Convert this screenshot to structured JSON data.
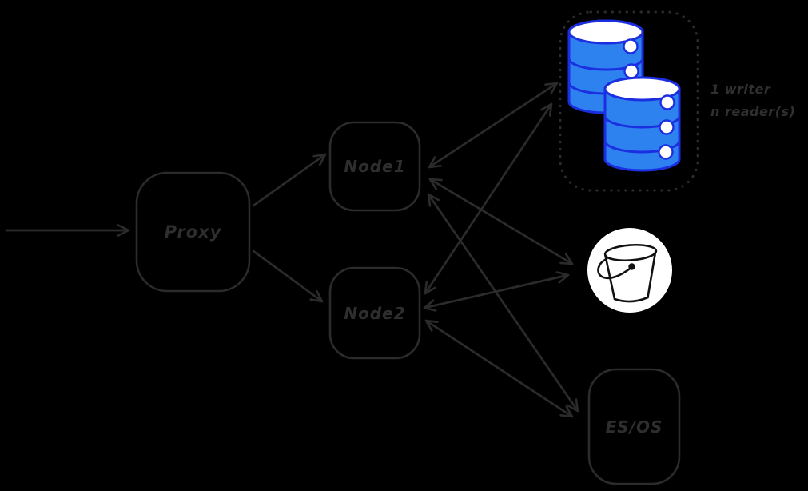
{
  "diagram": {
    "background": "#000000",
    "stroke_color": "#2b2b2b",
    "nodes": {
      "proxy": {
        "label": "Proxy"
      },
      "node1": {
        "label": "Node1"
      },
      "node2": {
        "label": "Node2"
      },
      "es_os": {
        "label": "ES/OS"
      }
    },
    "db_cluster": {
      "caption_line1": "1 writer",
      "caption_line2": "n reader(s)",
      "cylinder_fill": "#2d82f0",
      "cylinder_stroke": "#1c2fe0",
      "border_style": "dotted"
    },
    "bucket": {
      "circle_color": "#ffffff",
      "line_color": "#111111"
    },
    "edges": [
      {
        "from": "external",
        "to": "proxy",
        "direction": "uni"
      },
      {
        "from": "proxy",
        "to": "node1",
        "direction": "uni"
      },
      {
        "from": "proxy",
        "to": "node2",
        "direction": "uni"
      },
      {
        "from": "node1",
        "to": "db_cluster",
        "direction": "bi"
      },
      {
        "from": "node2",
        "to": "db_cluster",
        "direction": "bi"
      },
      {
        "from": "node1",
        "to": "bucket",
        "direction": "bi"
      },
      {
        "from": "node2",
        "to": "bucket",
        "direction": "bi"
      },
      {
        "from": "node1",
        "to": "es_os",
        "direction": "bi"
      },
      {
        "from": "node2",
        "to": "es_os",
        "direction": "bi"
      }
    ]
  }
}
